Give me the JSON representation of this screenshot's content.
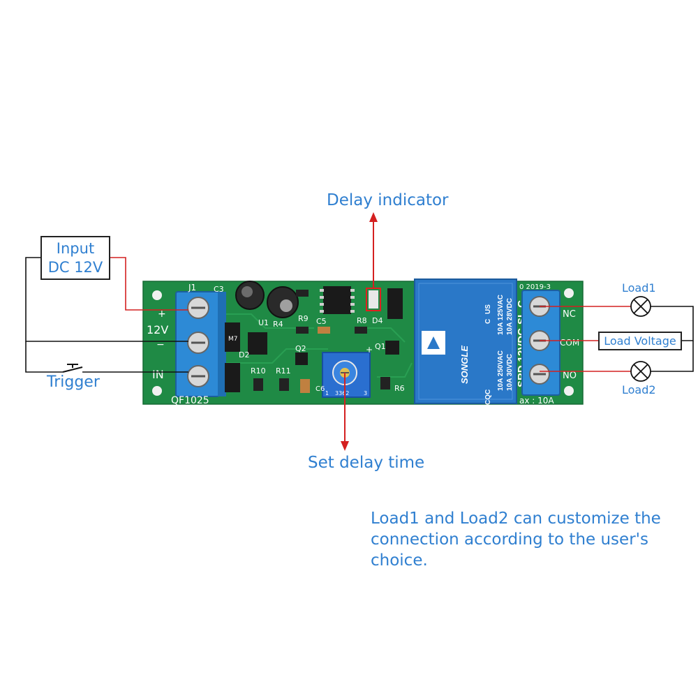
{
  "callouts": {
    "delay_indicator": "Delay indicator",
    "set_delay_time": "Set delay time",
    "trigger": "Trigger",
    "load1": "Load1",
    "load2": "Load2",
    "load_voltage": "Load Voltage",
    "input_line1": "Input",
    "input_line2": "DC 12V"
  },
  "note_lines": [
    "Load1 and Load2 can customize the",
    "connection according to the user's",
    "choice."
  ],
  "board": {
    "left_labels": [
      "+",
      "12V",
      "−",
      "IN"
    ],
    "connector_label": "J1",
    "model": "QF1025",
    "components": [
      "C3",
      "U1",
      "R4",
      "R9",
      "C5",
      "R8",
      "D4",
      "M7",
      "D2",
      "Q2",
      "Q1",
      "R10",
      "R11",
      "C6",
      "R6",
      "+"
    ],
    "relay_right_labels": [
      "NC",
      "COM",
      "NO"
    ],
    "relay_top_text": "0 2019-3",
    "relay_bottom_text": "ax : 10A",
    "pot_marks": [
      "1",
      "3362",
      "3"
    ]
  },
  "relay": {
    "brand": "SONGLE",
    "model": "SRD-12VDC-SL-C",
    "rating_lines": [
      "10A 250VAC",
      "10A 30VDC",
      "10A 125VAC",
      "10A 28VDC"
    ],
    "cert": "CQC",
    "us_mark": "US",
    "c_mark": "C"
  },
  "colors": {
    "callout_text": "#2f7fd0",
    "wire_red": "#d42020",
    "wire_black": "#111111",
    "pcb": "#1f8a45",
    "relay_blue": "#2a78c8",
    "terminal_blue": "#2d8ad6"
  },
  "icons": [
    "lamp-icon",
    "push-button-icon",
    "screw-terminal-icon",
    "potentiometer-icon",
    "relay-icon"
  ]
}
